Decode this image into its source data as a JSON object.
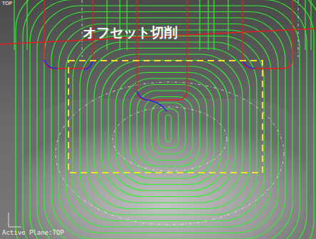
{
  "diagram": {
    "labels": [
      "TOP",
      "オフセット切削",
      "Active Plane:TOP"
    ]
  }
}
